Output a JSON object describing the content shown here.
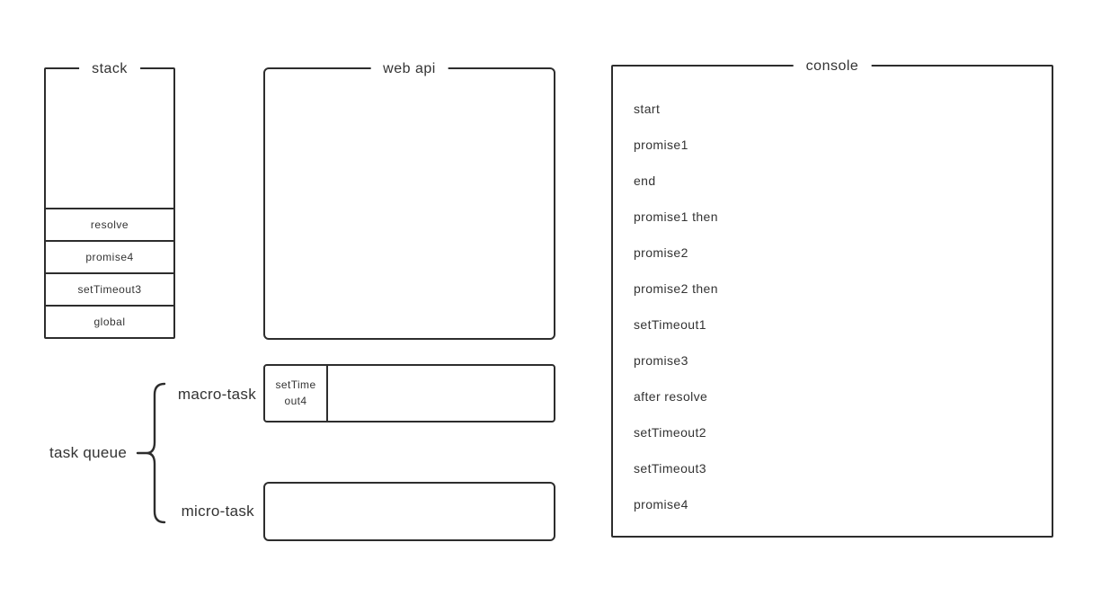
{
  "diagram": {
    "colors": {
      "border": "#2d2d2d",
      "text": "#333333",
      "background": "#ffffff"
    },
    "stack": {
      "title": "stack",
      "frames": [
        "resolve",
        "promise4",
        "setTimeout3",
        "global"
      ]
    },
    "web_api": {
      "title": "web api",
      "items": []
    },
    "console": {
      "title": "console",
      "logs": [
        "start",
        "promise1",
        "end",
        "promise1 then",
        "promise2",
        "promise2 then",
        "setTimeout1",
        "promise3",
        "after resolve",
        "setTimeout2",
        "setTimeout3",
        "promise4"
      ]
    },
    "task_queue": {
      "label": "task queue",
      "macro": {
        "label": "macro-task",
        "items": [
          "setTimeout4"
        ]
      },
      "micro": {
        "label": "micro-task",
        "items": []
      }
    }
  }
}
